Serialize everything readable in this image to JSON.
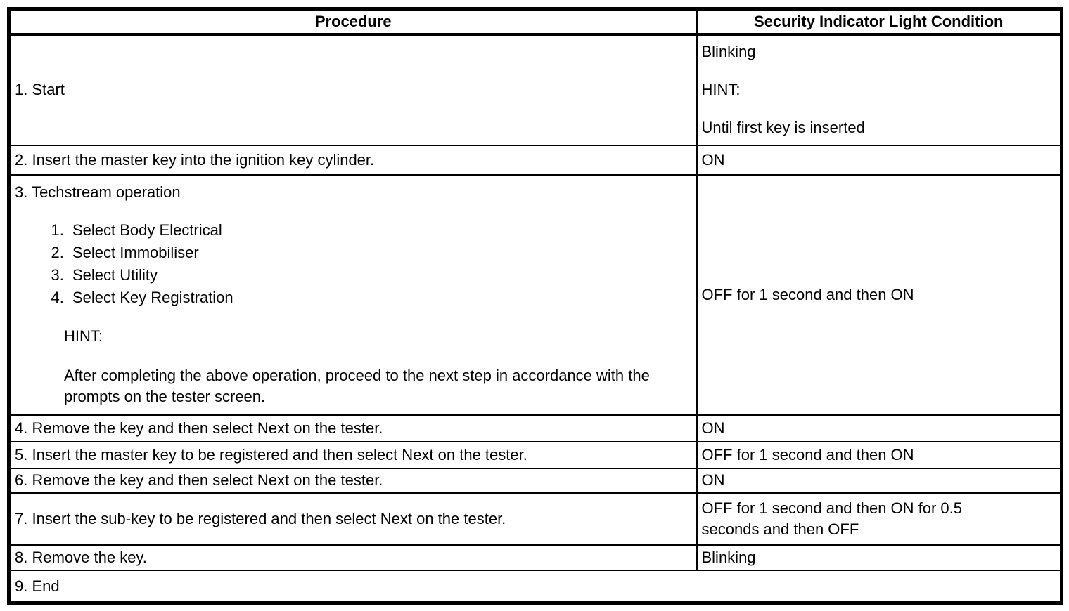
{
  "table": {
    "headers": [
      "Procedure",
      "Security Indicator Light Condition"
    ],
    "rows": [
      {
        "procedure": "1. Start",
        "condition_lines": [
          "Blinking",
          "HINT:",
          "Until first key is inserted"
        ]
      },
      {
        "procedure": "2. Insert the master key into the ignition key cylinder.",
        "condition": "ON"
      },
      {
        "procedure_title": "3. Techstream operation",
        "substeps": [
          "Select Body Electrical",
          "Select Immobiliser",
          "Select Utility",
          "Select Key Registration"
        ],
        "hint_label": "HINT:",
        "hint_text": "After completing the above operation, proceed to the next step in accordance with the prompts on the tester screen.",
        "condition": "OFF for 1 second and then ON"
      },
      {
        "procedure": "4. Remove the key and then select Next on the tester.",
        "condition": "ON"
      },
      {
        "procedure": "5. Insert the master key to be registered and then select Next on the tester.",
        "condition": "OFF for 1 second and then ON"
      },
      {
        "procedure": "6. Remove the key and then select Next on the tester.",
        "condition": "ON"
      },
      {
        "procedure": "7. Insert the sub-key to be registered and then select Next on the tester.",
        "condition": "OFF for 1 second and then ON for 0.5 seconds and then OFF"
      },
      {
        "procedure": "8. Remove the key.",
        "condition": "Blinking"
      },
      {
        "procedure": "9. End",
        "condition": ""
      }
    ]
  },
  "colors": {
    "text": "#000000",
    "border": "#000000",
    "background": "#ffffff"
  }
}
